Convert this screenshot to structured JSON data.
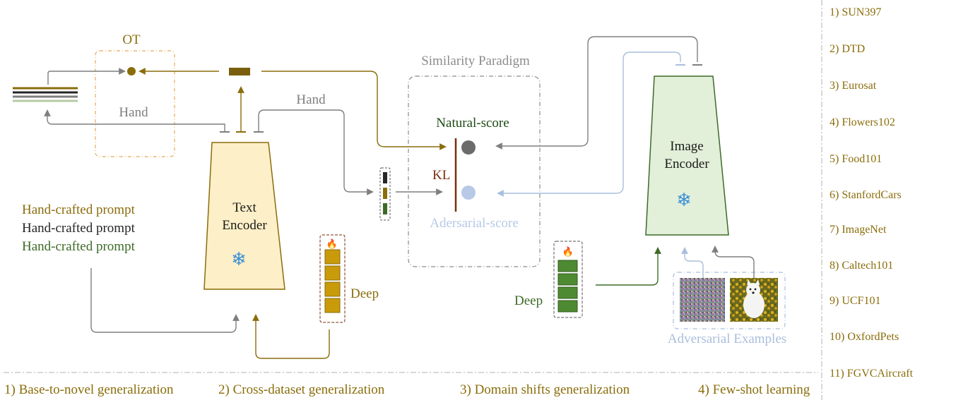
{
  "labels": {
    "ot": "OT",
    "hand_left": "Hand",
    "hand_right": "Hand",
    "similarity_paradigm": "Similarity Paradigm",
    "natural_score": "Natural-score",
    "kl": "KL",
    "adversarial_score": "Adersarial-score",
    "text_encoder_line1": "Text",
    "text_encoder_line2": "Encoder",
    "image_encoder_line1": "Image",
    "image_encoder_line2": "Encoder",
    "deep_left": "Deep",
    "deep_right": "Deep",
    "adversarial_examples": "Adversarial Examples"
  },
  "prompts": [
    {
      "text": "Hand-crafted prompt",
      "color": "#8a6d0b"
    },
    {
      "text": "Hand-crafted prompt",
      "color": "#262626"
    },
    {
      "text": "Hand-crafted prompt",
      "color": "#3d6b27"
    }
  ],
  "datasets": [
    "1) SUN397",
    "2) DTD",
    "3) Eurosat",
    "4) Flowers102",
    "5) Food101",
    "6) StanfordCars",
    "7) ImageNet",
    "8) Caltech101",
    "9) UCF101",
    "10) OxfordPets",
    "11) FGVCAircraft"
  ],
  "tasks": [
    "1) Base-to-novel generalization",
    "2) Cross-dataset generalization",
    "3) Domain shifts generalization",
    "4) Few-shot learning"
  ],
  "colors": {
    "gold": "#8a6d0b",
    "gray": "#7f7f7f",
    "lightblue": "#a9bfdc",
    "green": "#3d6b27",
    "darkred": "#7a2e0e",
    "text_encoder_fill": "#fdefc7",
    "image_encoder_fill": "#e2efd9"
  },
  "icons": [
    "snowflake-icon",
    "flame-icon"
  ]
}
